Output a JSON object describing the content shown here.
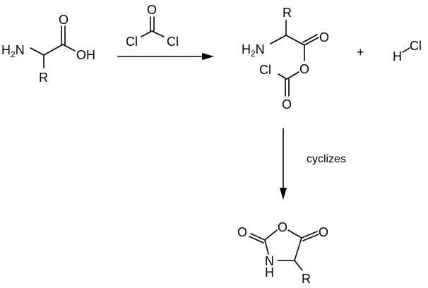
{
  "reactant": {
    "amine": "H",
    "amine_sub": "2",
    "amine_n": "N",
    "r_group": "R",
    "carbonyl_o": "O",
    "hydroxyl": "OH"
  },
  "reagent": {
    "o": "O",
    "cl_left": "Cl",
    "cl_right": "Cl"
  },
  "intermediate": {
    "r_group": "R",
    "amine": "H",
    "amine_sub": "2",
    "amine_n": "N",
    "carbonyl_o": "O",
    "ester_o": "O",
    "cl": "Cl",
    "chloroformyl_o": "O"
  },
  "plus": "+",
  "byproduct": {
    "h": "H",
    "cl": "Cl"
  },
  "step_label": "cyclizes",
  "product": {
    "o_left": "O",
    "ring_o": "O",
    "o_right": "O",
    "n": "N",
    "h": "H",
    "r_group": "R"
  }
}
